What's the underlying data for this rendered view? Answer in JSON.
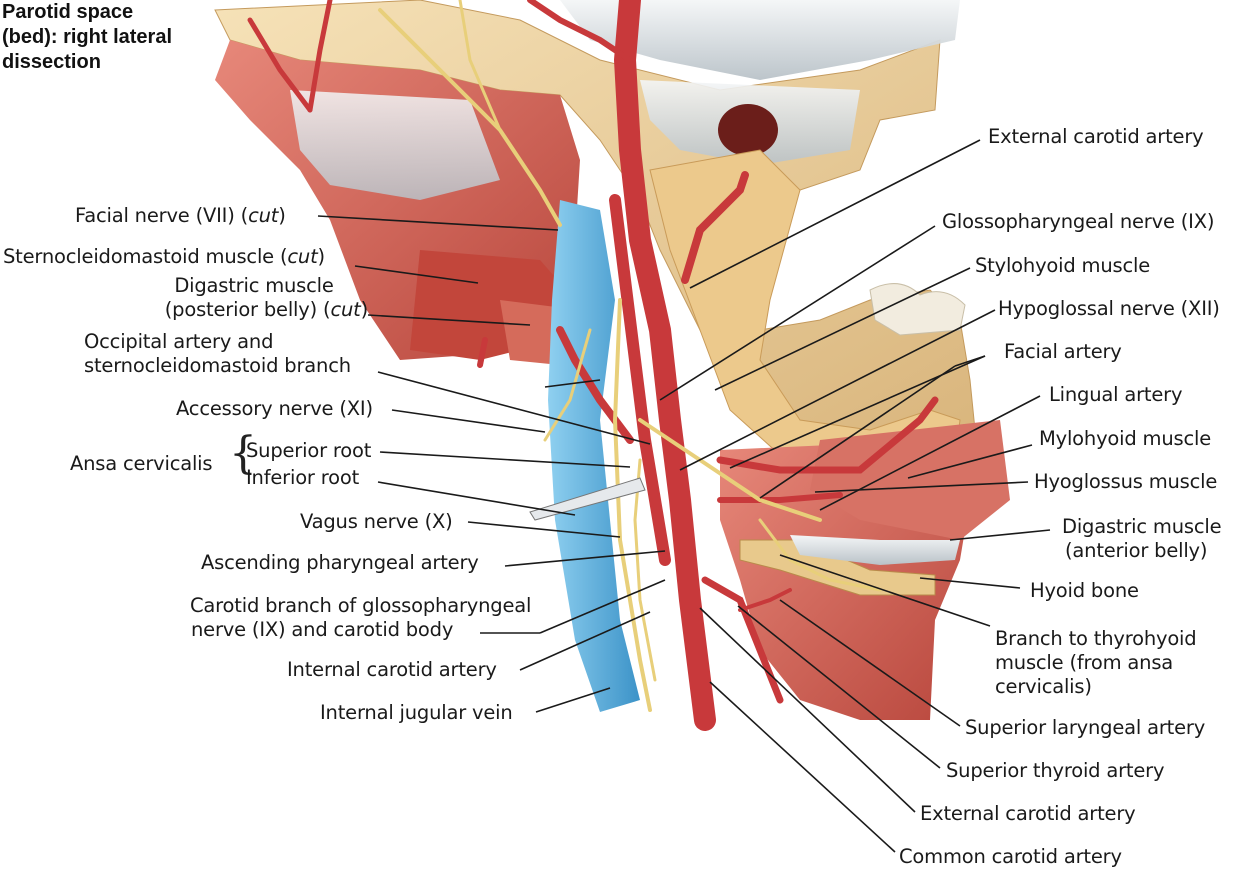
{
  "title": [
    "Parotid space",
    "(bed): right lateral",
    "dissection"
  ],
  "labels": {
    "facial_nerve": "Facial nerve (VII) (",
    "facial_nerve_cut": "cut",
    "facial_nerve_end": ")",
    "scm": "Sternocleidomastoid muscle (",
    "scm_cut": "cut",
    "scm_end": ")",
    "digastric_post_1": "Digastric muscle",
    "digastric_post_2": "(posterior belly) (",
    "digastric_post_cut": "cut",
    "digastric_post_end": ")",
    "occipital_1": "Occipital artery and",
    "occipital_2": "sternocleidomastoid branch",
    "accessory": "Accessory nerve (XI)",
    "ansa": "Ansa cervicalis",
    "superior_root": "Superior root",
    "inferior_root": "Inferior root",
    "vagus": "Vagus nerve (X)",
    "ascending_pharyngeal": "Ascending pharyngeal artery",
    "carotid_branch_1": "Carotid branch of glossopharyngeal",
    "carotid_branch_2": "nerve (IX) and carotid body",
    "internal_carotid": "Internal carotid artery",
    "internal_jugular": "Internal jugular vein",
    "external_carotid_top": "External carotid artery",
    "glossopharyngeal": "Glossopharyngeal nerve (IX)",
    "stylohyoid": "Stylohyoid muscle",
    "hypoglossal": "Hypoglossal nerve (XII)",
    "facial_artery": "Facial artery",
    "lingual": "Lingual artery",
    "mylohyoid": "Mylohyoid muscle",
    "hyoglossus": "Hyoglossus muscle",
    "digastric_ant_1": "Digastric muscle",
    "digastric_ant_2": "(anterior belly)",
    "hyoid": "Hyoid bone",
    "thyrohyoid_1": "Branch to thyrohyoid",
    "thyrohyoid_2": "muscle (from ansa",
    "thyrohyoid_3": "cervicalis)",
    "superior_laryngeal": "Superior laryngeal artery",
    "superior_thyroid": "Superior thyroid artery",
    "external_carotid_bottom": "External carotid artery",
    "common_carotid": "Common carotid artery"
  },
  "colors": {
    "artery": "#c8393b",
    "vein": "#5fb0dc",
    "nerve": "#efd98a",
    "muscle": "#d8685a",
    "bone": "#efd3a0",
    "tendon": "#dfe3e6"
  }
}
